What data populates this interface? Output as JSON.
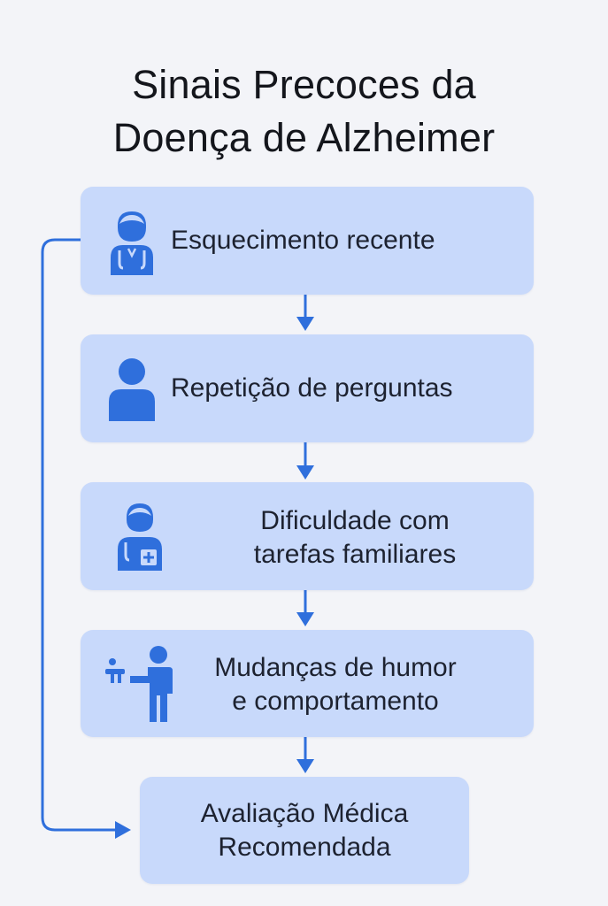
{
  "title": {
    "line1": "Sinais Precoces da",
    "line2": "Doença de Alzheimer"
  },
  "steps": [
    {
      "line1": "Esquecimento recente",
      "icon": "doctor-stethoscope-icon"
    },
    {
      "line1": "Repetição de perguntas",
      "icon": "person-icon"
    },
    {
      "line1": "Dificuldade com",
      "line2": "tarefas familiares",
      "icon": "doctor-medical-kit-icon"
    },
    {
      "line1": "Mudanças de humor",
      "line2": "e comportamento",
      "icon": "person-gesturing-icon"
    }
  ],
  "outcome": {
    "line1": "Avaliação Médica",
    "line2": "Recomendada"
  },
  "colors": {
    "background": "#f3f4f8",
    "card": "#c8d9fb",
    "accent": "#2f6fdc"
  }
}
